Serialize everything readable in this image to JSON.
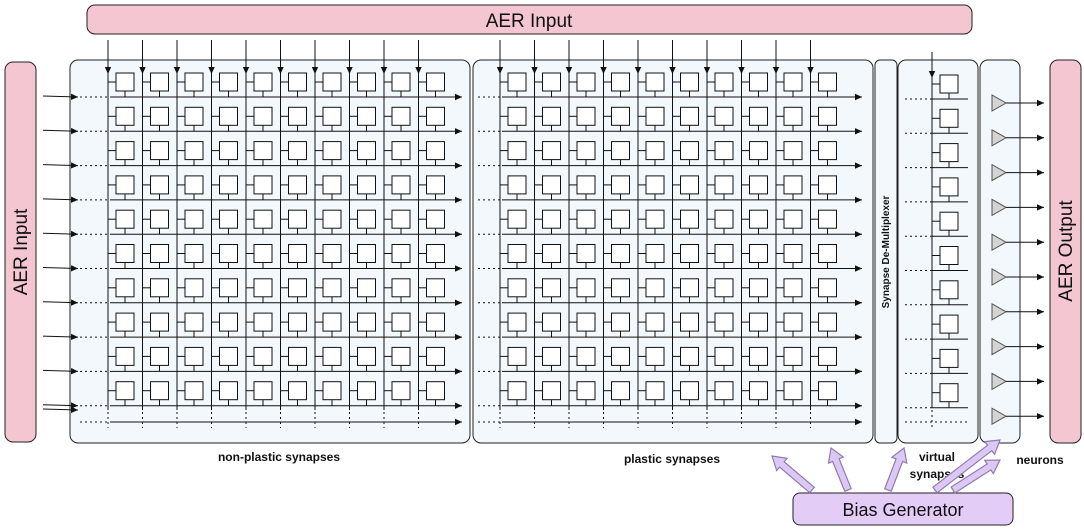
{
  "labels": {
    "aer_input_top": "AER Input",
    "aer_input_left": "AER Input",
    "aer_output": "AER Output",
    "demux": "Synapse De-Multiplexer",
    "non_plastic": "non-plastic synapses",
    "plastic": "plastic synapses",
    "virtual_line1": "virtual",
    "virtual_line2": "synapses",
    "neurons": "neurons",
    "bias_generator": "Bias Generator"
  },
  "colors": {
    "aer_fill": "#f4c6d2",
    "bias_fill": "#e3cdf6",
    "bias_arrow_fill": "#dcc8f4",
    "bias_arrow_stroke": "#8f7ab0",
    "panel_fill": "#f3f8fd",
    "neuron_fill": "#d4d4d4"
  },
  "structure": {
    "non_plastic_rows": 10,
    "non_plastic_cols": 10,
    "plastic_rows": 10,
    "plastic_cols": 10,
    "virtual_synapses": 10,
    "neurons": 10,
    "bias_arrows": 5
  }
}
